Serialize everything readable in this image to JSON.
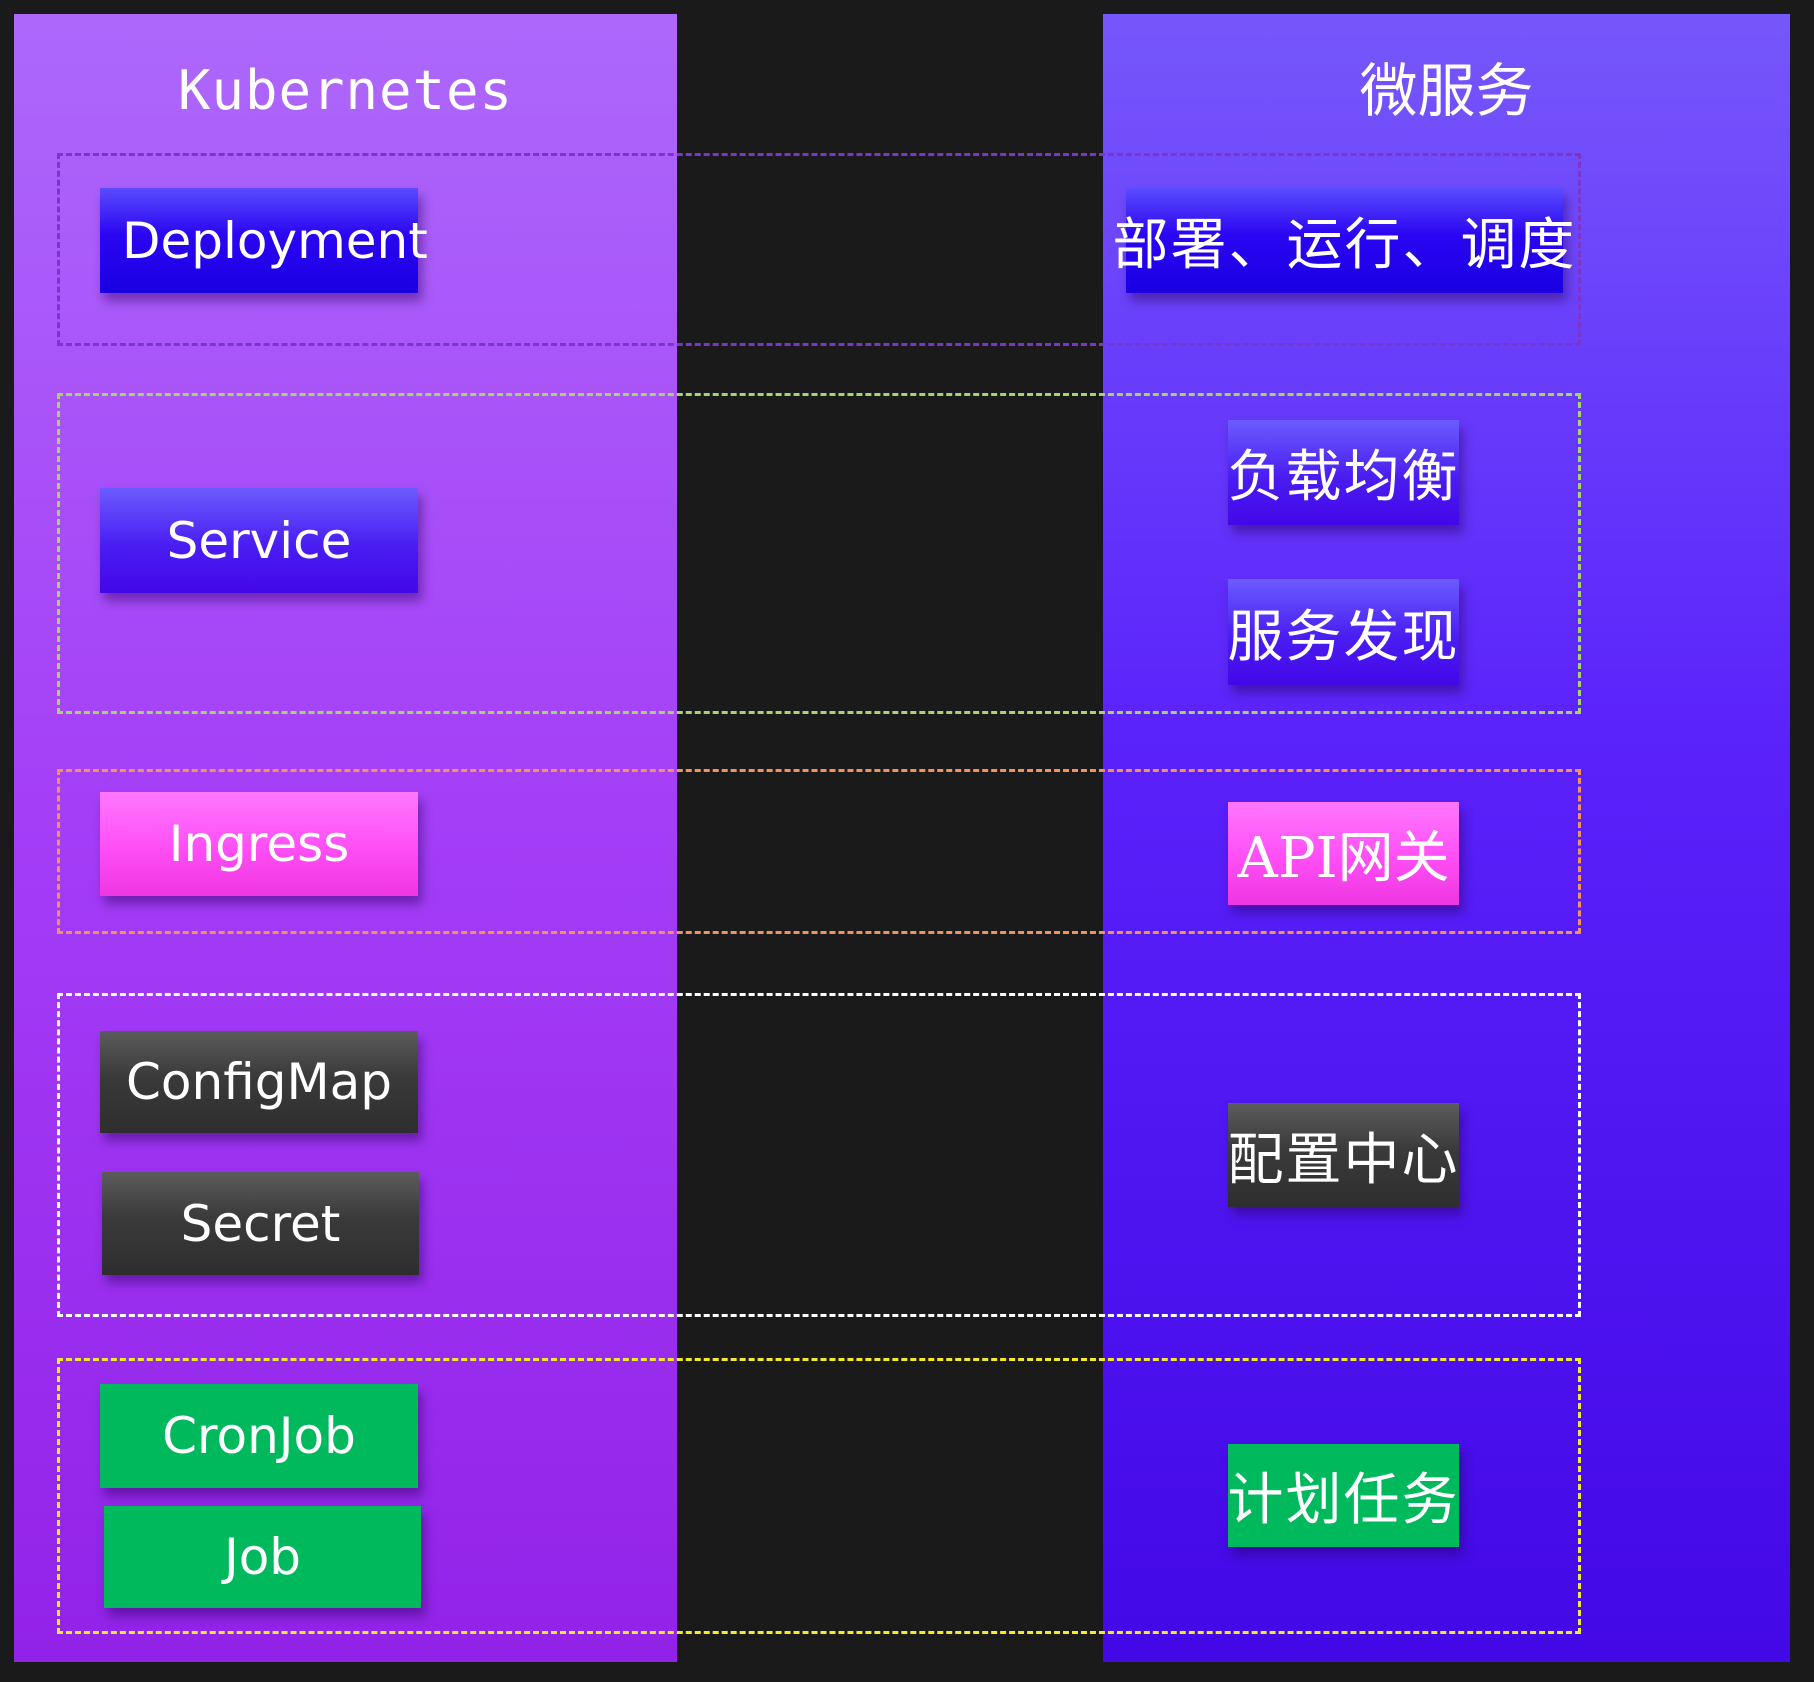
{
  "columns": {
    "left": {
      "title": "Kubernetes"
    },
    "right": {
      "title": "微服务"
    }
  },
  "groups": [
    {
      "name": "deployment",
      "border_color": "#7b35c8",
      "left": [
        "Deployment"
      ],
      "right": [
        "部署、运行、调度"
      ]
    },
    {
      "name": "service",
      "border_color": "#a8d46f",
      "left": [
        "Service"
      ],
      "right": [
        "负载均衡",
        "服务发现"
      ]
    },
    {
      "name": "ingress",
      "border_color": "#f0935c",
      "left": [
        "Ingress"
      ],
      "right": [
        "API网关"
      ]
    },
    {
      "name": "config",
      "border_color": "#ffffff",
      "left": [
        "ConfigMap",
        "Secret"
      ],
      "right": [
        "配置中心"
      ]
    },
    {
      "name": "schedule",
      "border_color": "#f2ea2c",
      "left": [
        "CronJob",
        "Job"
      ],
      "right": [
        "计划任务"
      ]
    }
  ],
  "colors": {
    "background": "#1b1a1a",
    "left_panel": "#a64cf8",
    "right_panel": "#5a21fb",
    "box_blue": "#2a05f2",
    "box_indigo": "#4a1df2",
    "box_pink": "#ff4ef5",
    "box_dark": "#3a3a3a",
    "box_green": "#00b95c"
  }
}
